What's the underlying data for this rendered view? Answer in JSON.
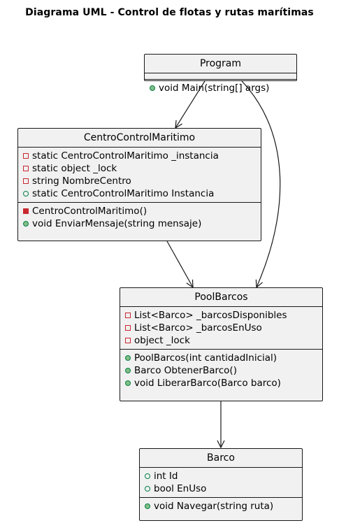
{
  "title": "Diagrama UML - Control de flotas y rutas marítimas",
  "classes": {
    "program": {
      "name": "Program",
      "attributes": [],
      "methods": [
        {
          "vis": "public-filled",
          "text": "void Main(string[] args)"
        }
      ]
    },
    "centro": {
      "name": "CentroControlMaritimo",
      "attributes": [
        {
          "vis": "private",
          "text": "static CentroControlMaritimo _instancia"
        },
        {
          "vis": "private",
          "text": "static object _lock"
        },
        {
          "vis": "private",
          "text": "string NombreCentro"
        },
        {
          "vis": "public",
          "text": "static CentroControlMaritimo Instancia"
        }
      ],
      "methods": [
        {
          "vis": "private-filled",
          "text": "CentroControlMaritimo()"
        },
        {
          "vis": "public-filled",
          "text": "void EnviarMensaje(string mensaje)"
        }
      ]
    },
    "pool": {
      "name": "PoolBarcos",
      "attributes": [
        {
          "vis": "private",
          "text": "List<Barco> _barcosDisponibles"
        },
        {
          "vis": "private",
          "text": "List<Barco> _barcosEnUso"
        },
        {
          "vis": "private",
          "text": "object _lock"
        }
      ],
      "methods": [
        {
          "vis": "public-filled",
          "text": "PoolBarcos(int cantidadInicial)"
        },
        {
          "vis": "public-filled",
          "text": "Barco ObtenerBarco()"
        },
        {
          "vis": "public-filled",
          "text": "void LiberarBarco(Barco barco)"
        }
      ]
    },
    "barco": {
      "name": "Barco",
      "attributes": [
        {
          "vis": "public",
          "text": "int Id"
        },
        {
          "vis": "public",
          "text": "bool EnUso"
        }
      ],
      "methods": [
        {
          "vis": "public-filled",
          "text": "void Navegar(string ruta)"
        }
      ]
    }
  },
  "relations": [
    {
      "from": "Program",
      "to": "CentroControlMaritimo"
    },
    {
      "from": "Program",
      "to": "PoolBarcos"
    },
    {
      "from": "CentroControlMaritimo",
      "to": "PoolBarcos"
    },
    {
      "from": "PoolBarcos",
      "to": "Barco"
    }
  ],
  "colors": {
    "box_fill": "#f1f1f1",
    "border": "#181818",
    "private": "#c82930",
    "public": "#038048",
    "public_fill": "#84be84"
  }
}
